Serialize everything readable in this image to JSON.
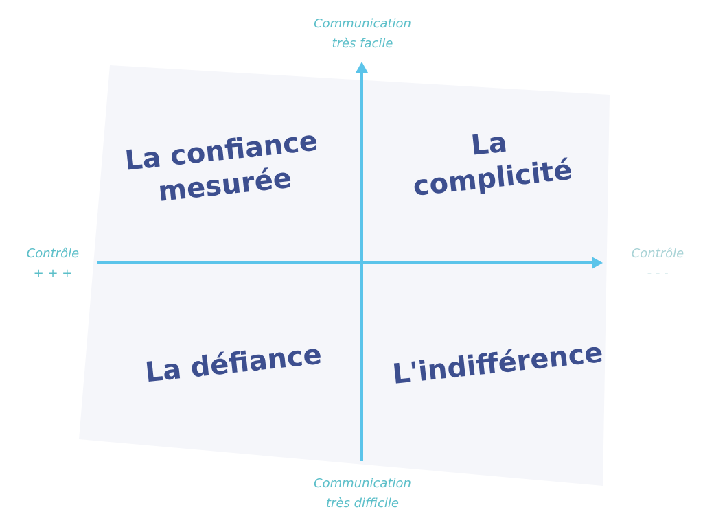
{
  "axes": {
    "top": {
      "line1": "Communication",
      "line2": "très facile"
    },
    "bottom": {
      "line1": "Communication",
      "line2": "très difficile"
    },
    "left": {
      "line1": "Contrôle",
      "line2": "+ + +"
    },
    "right": {
      "line1": "Contrôle",
      "line2": "- - -"
    }
  },
  "quadrants": {
    "top_left": {
      "line1": "La confiance",
      "line2": "mesurée"
    },
    "top_right": {
      "line1": "La",
      "line2": "complicité"
    },
    "bottom_left": {
      "line1": "La défiance"
    },
    "bottom_right": {
      "line1": "L'indifférence"
    }
  },
  "colors": {
    "axis": "#5bc4ea",
    "label_left": "#5cbfc9",
    "label_right": "#a9d3d6",
    "text": "#3d4f8f",
    "paper": "#f5f6fa"
  }
}
